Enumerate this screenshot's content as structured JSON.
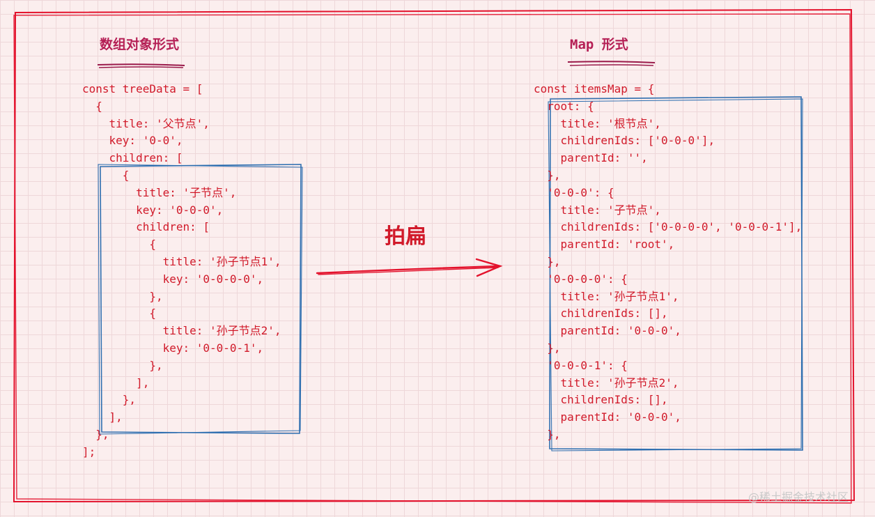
{
  "left_panel": {
    "heading": "数组对象形式",
    "code_lines": [
      "const treeData = [",
      "  {",
      "    title: '父节点',",
      "    key: '0-0',",
      "    children: [",
      "      {",
      "        title: '子节点',",
      "        key: '0-0-0',",
      "        children: [",
      "          {",
      "            title: '孙子节点1',",
      "            key: '0-0-0-0',",
      "          },",
      "          {",
      "            title: '孙子节点2',",
      "            key: '0-0-0-1',",
      "          },",
      "        ],",
      "      },",
      "    ],",
      "  },",
      "];"
    ]
  },
  "arrow_label": "拍扁",
  "right_panel": {
    "heading": "Map 形式",
    "code_lines": [
      "const itemsMap = {",
      "  root: {",
      "    title: '根节点',",
      "    childrenIds: ['0-0-0'],",
      "    parentId: '',",
      "  },",
      "  '0-0-0': {",
      "    title: '子节点',",
      "    childrenIds: ['0-0-0-0', '0-0-0-1'],",
      "    parentId: 'root',",
      "  },",
      "  '0-0-0-0': {",
      "    title: '孙子节点1',",
      "    childrenIds: [],",
      "    parentId: '0-0-0',",
      "  },",
      "  '0-0-0-1': {",
      "    title: '孙子节点2',",
      "    childrenIds: [],",
      "    parentId: '0-0-0',",
      "  },",
      "};"
    ]
  },
  "watermark": "@稀土掘金技术社区",
  "colors": {
    "frame": "#e3122c",
    "code_text": "#d11a2a",
    "heading": "#b51f55",
    "box_stroke": "#2f6fb0",
    "underline": "#9a1a4a",
    "background": "#fbeeee",
    "grid": "#eed7d9"
  }
}
